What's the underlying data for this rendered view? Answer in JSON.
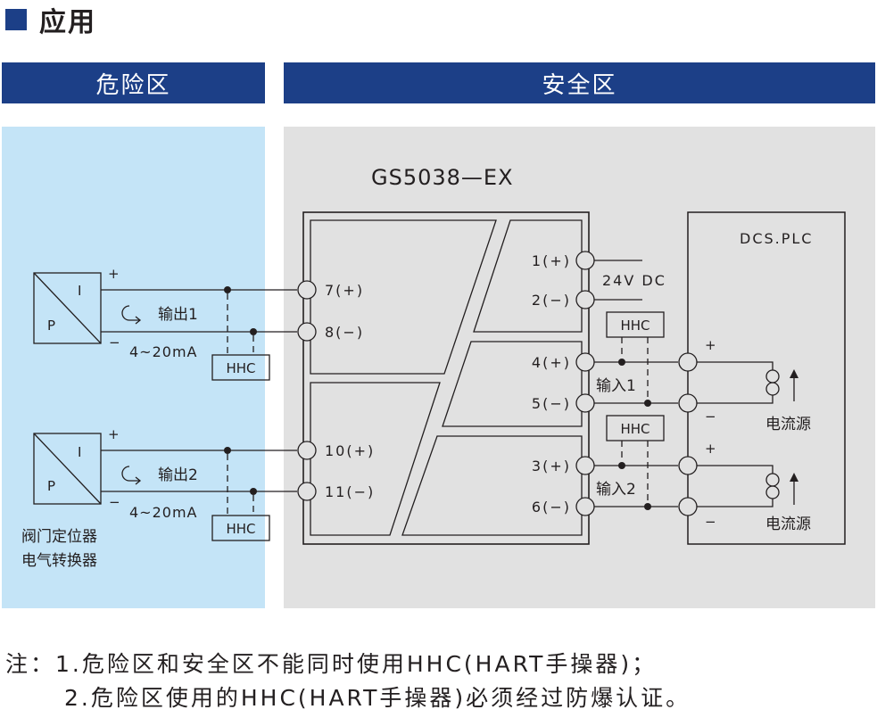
{
  "title": "应用",
  "zones": {
    "hazard": "危险区",
    "safe": "安全区"
  },
  "device": {
    "model": "GS5038—EX",
    "left_terminals": [
      "7(+)",
      "8(−)",
      "10(+)",
      "11(−)"
    ],
    "right_terminals": [
      "1(+)",
      "2(−)",
      "4(+)",
      "5(−)",
      "3(+)",
      "6(−)"
    ]
  },
  "field": {
    "converter_letters": [
      "I",
      "P"
    ],
    "outputs": [
      "输出1",
      "输出2"
    ],
    "signal": "4~20mA",
    "plus": "+",
    "minus": "−",
    "caption": [
      "阀门定位器",
      "电气转换器"
    ]
  },
  "safe_side": {
    "power": "24V DC",
    "inputs": [
      "输入1",
      "输入2"
    ],
    "system": "DCS.PLC",
    "source": "电流源"
  },
  "hhc": "HHC",
  "notes": {
    "prefix": "注：",
    "items": [
      "1.危险区和安全区不能同时使用HHC(HART手操器)；",
      "2.危险区使用的HHC(HART手操器)必须经过防爆认证。"
    ]
  }
}
